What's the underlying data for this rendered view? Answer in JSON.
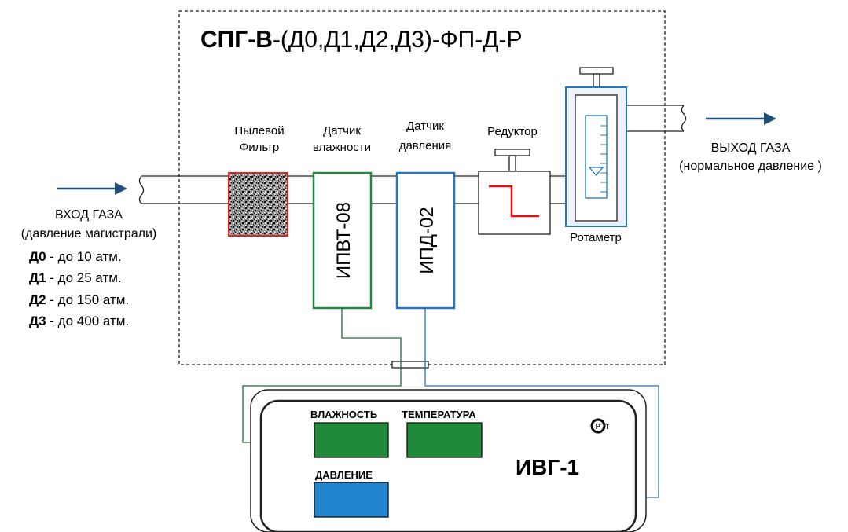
{
  "title": {
    "bold": "СПГ-В",
    "rest": "-(Д0,Д1,Д2,Д3)-ФП-Д-Р"
  },
  "inlet": {
    "label": "ВХОД ГАЗА",
    "sublabel": "(давление магистрали)",
    "pressures": [
      {
        "code": "Д0",
        "text": " - до 10 атм."
      },
      {
        "code": "Д1",
        "text": " - до 25 атм."
      },
      {
        "code": "Д2",
        "text": " - до 150 атм."
      },
      {
        "code": "Д3",
        "text": " - до 400 атм."
      }
    ]
  },
  "outlet": {
    "label": "ВЫХОД ГАЗА",
    "sublabel": "(нормальное давление )"
  },
  "components": {
    "filter": {
      "line1": "Пылевой",
      "line2": "Фильтр"
    },
    "humidity_sensor": {
      "line1": "Датчик",
      "line2": "влажности",
      "model": "ИПВТ-08"
    },
    "pressure_sensor": {
      "line1": "Датчик",
      "line2": "давления",
      "model": "ИПД-02"
    },
    "reducer": {
      "label": "Редуктор"
    },
    "rotameter": {
      "label": "Ротаметр"
    }
  },
  "device": {
    "name": "ИВГ-1",
    "humidity_label": "ВЛАЖНОСТЬ",
    "temperature_label": "ТЕМПЕРАТУРА",
    "pressure_label": "ДАВЛЕНИЕ",
    "cert_mark": "РСТ"
  },
  "colors": {
    "arrow": "#1f4e79",
    "humidity": "#1f8a3a",
    "pressure": "#1f78c0",
    "filter_border": "#e02020",
    "reducer_line": "#e01010",
    "display_green": "#1e8a3a",
    "display_blue": "#2185d0",
    "cable_blue": "#2a6fa8",
    "cable_green": "#1f6a3a"
  }
}
